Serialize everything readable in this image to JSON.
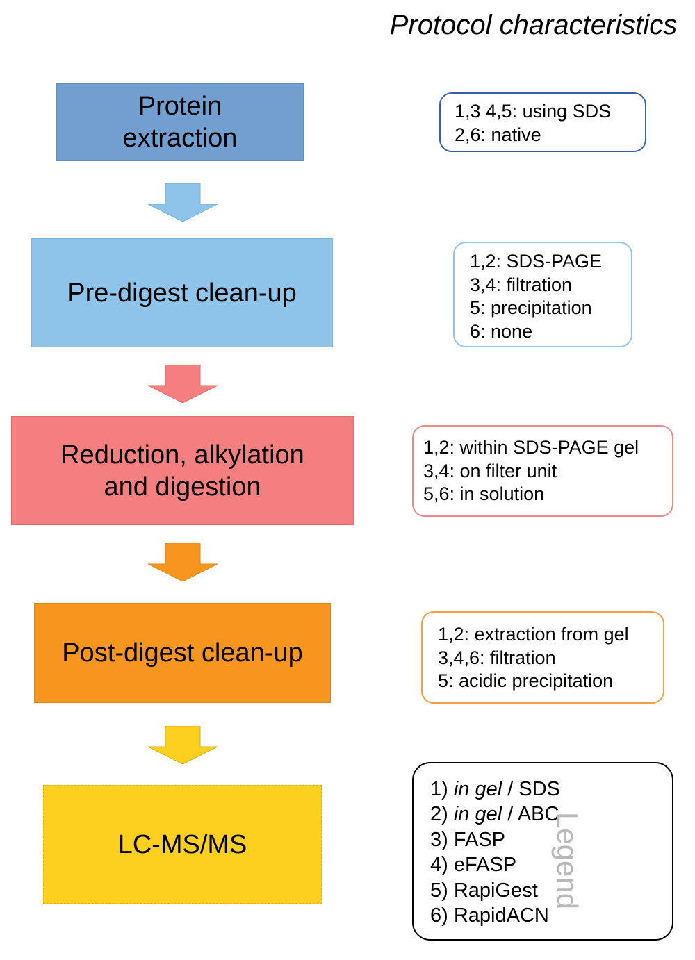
{
  "header": {
    "title": "Protocol characteristics"
  },
  "steps": [
    {
      "lines": [
        "Protein",
        "extraction"
      ],
      "color": "#729fcf"
    },
    {
      "lines": [
        "Pre-digest clean-up"
      ],
      "color": "#8ec4ea"
    },
    {
      "lines": [
        "Reduction, alkylation",
        "and digestion"
      ],
      "color": "#f47f80"
    },
    {
      "lines": [
        "Post-digest clean-up"
      ],
      "color": "#f6961f"
    },
    {
      "lines": [
        "LC-MS/MS"
      ],
      "color": "#fdd01f"
    }
  ],
  "arrows": [
    {
      "color": "#8ec4ea"
    },
    {
      "color": "#f47f80"
    },
    {
      "color": "#f6961f"
    },
    {
      "color": "#fdd01f"
    }
  ],
  "notes": [
    {
      "lines": [
        "1,3 4,5: using SDS",
        "2,6: native"
      ],
      "border_color": "#3a5ea8"
    },
    {
      "lines": [
        "1,2: SDS-PAGE",
        "3,4: filtration",
        "5: precipitation",
        "6: none"
      ],
      "border_color": "#8ec4ea"
    },
    {
      "lines": [
        "1,2: within SDS-PAGE gel",
        "3,4: on filter unit",
        "5,6: in solution"
      ],
      "border_color": "#e8898a"
    },
    {
      "lines": [
        "1,2: extraction from gel",
        "3,4,6: filtration",
        "5: acidic precipitation"
      ],
      "border_color": "#f1a247"
    }
  ],
  "legend": {
    "title": "Legend",
    "items": [
      {
        "num": "1)",
        "em": "in gel",
        "rest": "/ SDS"
      },
      {
        "num": "2)",
        "em": "in gel",
        "rest": "/ ABC"
      },
      {
        "num": "3)",
        "em": "",
        "rest": "FASP"
      },
      {
        "num": "4)",
        "em": "",
        "rest": "eFASP"
      },
      {
        "num": "5)",
        "em": "",
        "rest": "RapiGest"
      },
      {
        "num": "6)",
        "em": "",
        "rest": "RapidACN"
      }
    ]
  }
}
